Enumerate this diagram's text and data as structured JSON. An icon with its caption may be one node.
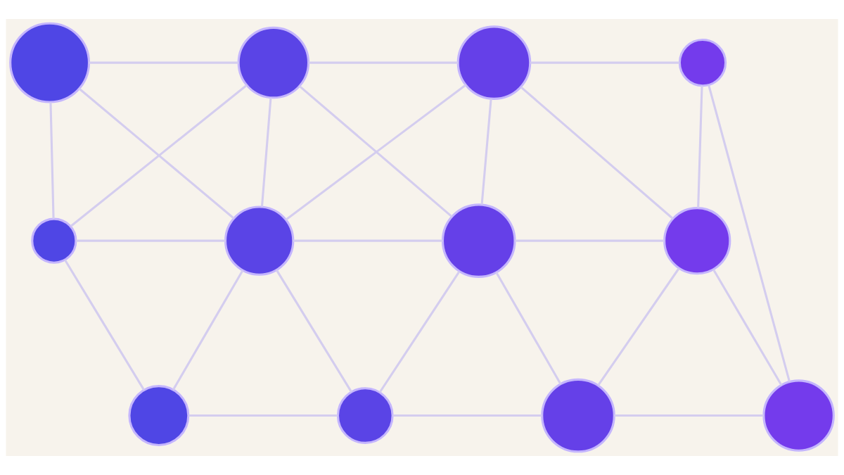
{
  "diagram": {
    "nodes": [
      {
        "text": [],
        "shape": "circle"
      },
      {
        "text": [],
        "shape": "circle"
      },
      {
        "text": [],
        "shape": "circle"
      },
      {
        "text": [],
        "shape": "circle"
      },
      {
        "text": [],
        "shape": "circle"
      },
      {
        "text": [],
        "shape": "circle"
      },
      {
        "text": [],
        "shape": "circle"
      },
      {
        "text": [],
        "shape": "circle"
      },
      {
        "text": [],
        "shape": "circle"
      },
      {
        "text": [],
        "shape": "circle"
      },
      {
        "text": [],
        "shape": "circle"
      },
      {
        "text": [],
        "shape": "circle"
      }
    ],
    "edges": [
      {
        "from": 0,
        "to": 1,
        "arrow": "none"
      },
      {
        "from": 0,
        "to": 4,
        "arrow": "none"
      },
      {
        "from": 0,
        "to": 5,
        "arrow": "none"
      },
      {
        "from": 1,
        "to": 2,
        "arrow": "none"
      },
      {
        "from": 1,
        "to": 4,
        "arrow": "none"
      },
      {
        "from": 1,
        "to": 5,
        "arrow": "none"
      },
      {
        "from": 1,
        "to": 6,
        "arrow": "none"
      },
      {
        "from": 2,
        "to": 3,
        "arrow": "none"
      },
      {
        "from": 2,
        "to": 5,
        "arrow": "none"
      },
      {
        "from": 2,
        "to": 6,
        "arrow": "none"
      },
      {
        "from": 2,
        "to": 7,
        "arrow": "none"
      },
      {
        "from": 3,
        "to": 7,
        "arrow": "none"
      },
      {
        "from": 3,
        "to": 11,
        "arrow": "none"
      },
      {
        "from": 4,
        "to": 5,
        "arrow": "none"
      },
      {
        "from": 4,
        "to": 8,
        "arrow": "none"
      },
      {
        "from": 5,
        "to": 6,
        "arrow": "none"
      },
      {
        "from": 5,
        "to": 8,
        "arrow": "none"
      },
      {
        "from": 5,
        "to": 9,
        "arrow": "none"
      },
      {
        "from": 6,
        "to": 7,
        "arrow": "none"
      },
      {
        "from": 6,
        "to": 9,
        "arrow": "none"
      },
      {
        "from": 6,
        "to": 10,
        "arrow": "none"
      },
      {
        "from": 7,
        "to": 10,
        "arrow": "none"
      },
      {
        "from": 7,
        "to": 11,
        "arrow": "none"
      },
      {
        "from": 8,
        "to": 9,
        "arrow": "none"
      },
      {
        "from": 9,
        "to": 10,
        "arrow": "none"
      },
      {
        "from": 10,
        "to": 11,
        "arrow": "none"
      }
    ]
  }
}
